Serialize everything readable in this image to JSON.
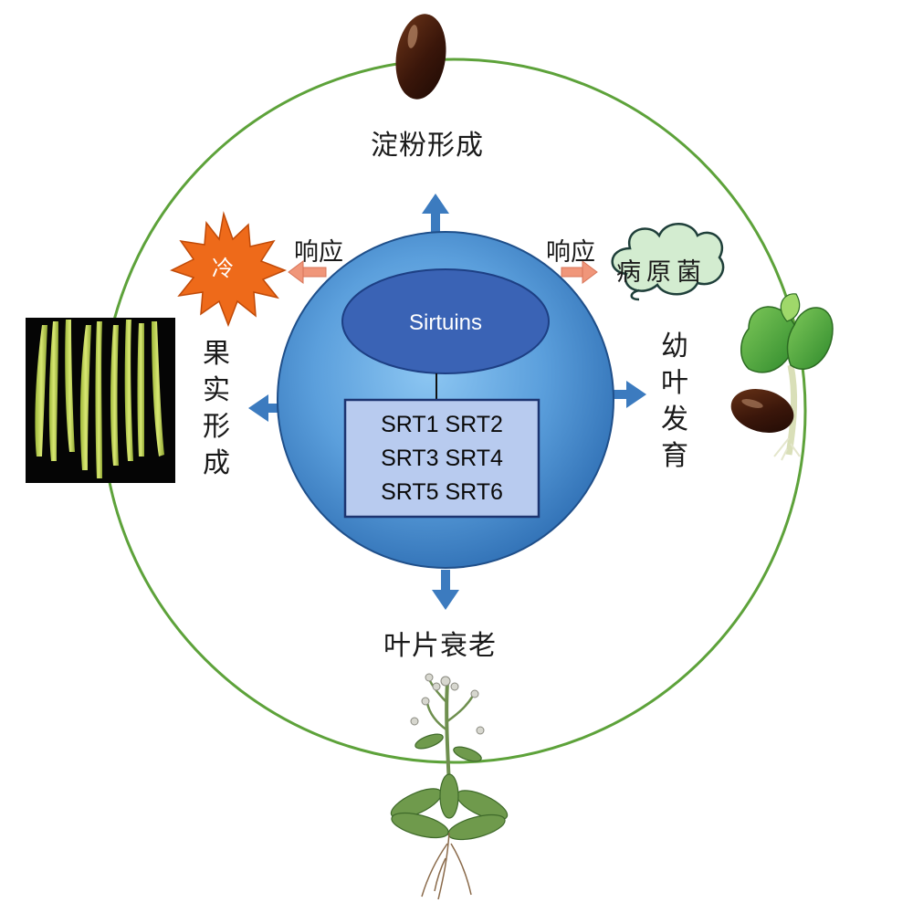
{
  "center": {
    "title": "Sirtuins",
    "members": [
      "SRT1 SRT2",
      "SRT3 SRT4",
      "SRT5 SRT6"
    ]
  },
  "processes": {
    "top": "淀粉形成",
    "bottom": "叶片衰老",
    "left": "果实形成",
    "right": "幼叶发育"
  },
  "responses": {
    "left_label": "响应",
    "left_stimulus": "冷",
    "right_label": "响应",
    "right_stimulus": "病原菌"
  },
  "colors": {
    "ring": "#5da23a",
    "sphere_light": "#74b2e8",
    "sphere_dark": "#2f6fb4",
    "ellipse": "#3a63b5",
    "box_fill": "#b8cbef",
    "arrow": "#3c7bbf",
    "response_arrow": "#f0967a",
    "burst": "#ee6a1a",
    "cloud": "#d3ecd0"
  }
}
